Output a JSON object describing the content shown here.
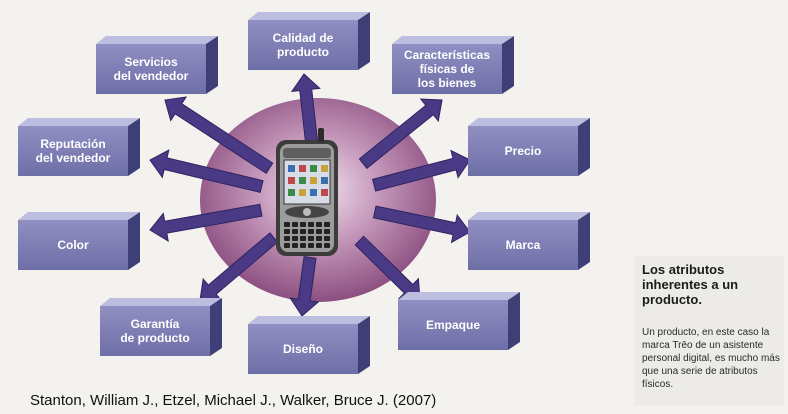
{
  "attributes": [
    {
      "id": "calidad",
      "label": "Calidad de\nproducto"
    },
    {
      "id": "caracteristicas",
      "label": "Características\nfísicas de\nlos bienes"
    },
    {
      "id": "precio",
      "label": "Precio"
    },
    {
      "id": "marca",
      "label": "Marca"
    },
    {
      "id": "empaque",
      "label": "Empaque"
    },
    {
      "id": "diseno",
      "label": "Diseño"
    },
    {
      "id": "garantia",
      "label": "Garantía\nde producto"
    },
    {
      "id": "color",
      "label": "Color"
    },
    {
      "id": "reputacion",
      "label": "Reputación\ndel vendedor"
    },
    {
      "id": "servicios",
      "label": "Servicios\ndel vendedor"
    }
  ],
  "sidenote": {
    "title": "Los atributos inherentes a un producto.",
    "body": "Un producto, en este caso la marca Trēo de un asistente personal digital, es mucho más que una serie de atributos físicos."
  },
  "citation": "Stanton, William J., Etzel, Michael J., Walker, Bruce J. (2007)",
  "colors": {
    "box_front": "#7b7bb3",
    "box_top": "#bdbde0",
    "box_side": "#3f3f77",
    "disc": "#9a5f8f",
    "arrow": "#4b3a85"
  },
  "device_icon": "pda-device-icon"
}
